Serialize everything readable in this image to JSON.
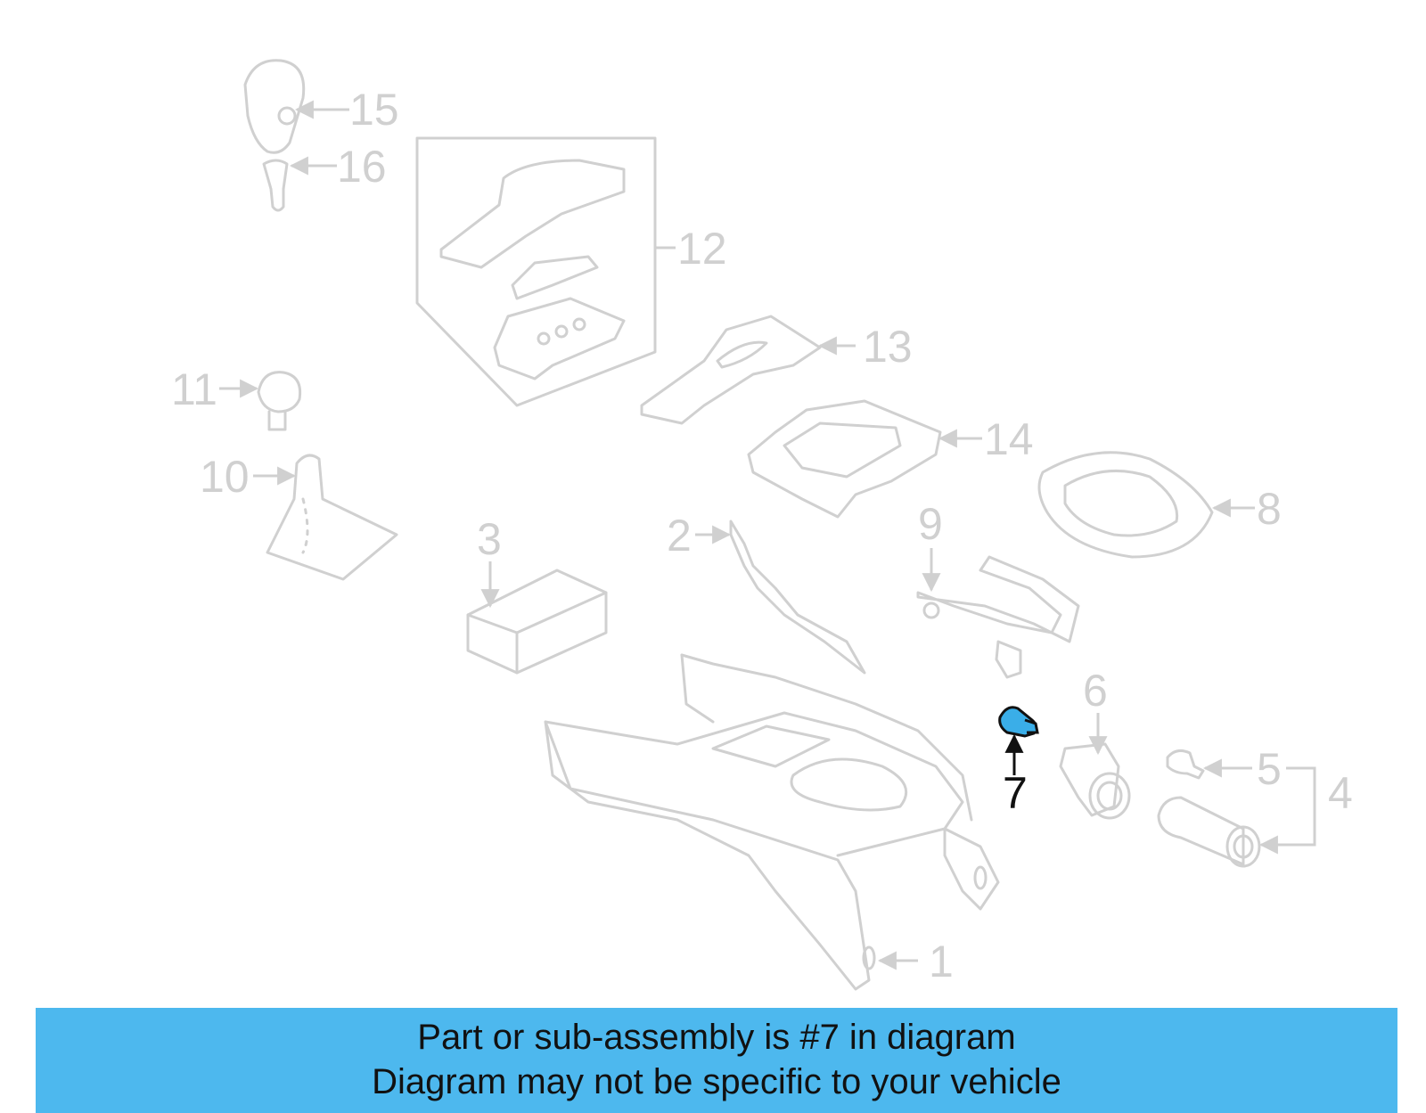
{
  "diagram": {
    "highlighted_part": "7",
    "highlight_color": "#3aaee8",
    "part_color": "#d0d0d0",
    "callouts": {
      "p1": "1",
      "p2": "2",
      "p3": "3",
      "p4": "4",
      "p5": "5",
      "p6": "6",
      "p7": "7",
      "p8": "8",
      "p9": "9",
      "p10": "10",
      "p11": "11",
      "p12": "12",
      "p13": "13",
      "p14": "14",
      "p15": "15",
      "p16": "16"
    }
  },
  "banner": {
    "background": "#4db8ee",
    "line1": "Part or sub-assembly is #7 in diagram",
    "line2": "Diagram may not be specific to your vehicle"
  }
}
